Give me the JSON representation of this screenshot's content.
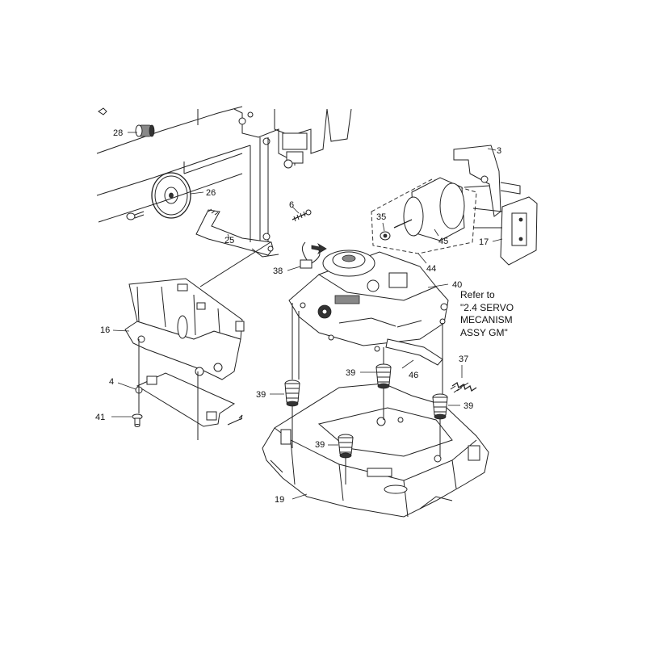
{
  "callouts": {
    "c28": "28",
    "c26": "26",
    "c6": "6",
    "c25": "25",
    "c38": "38",
    "c16": "16",
    "c4": "4",
    "c41": "41",
    "c3": "3",
    "c35": "35",
    "c45": "45",
    "c17": "17",
    "c44": "44",
    "c40": "40",
    "c39a": "39",
    "c39b": "39",
    "c39c": "39",
    "c39d": "39",
    "c37": "37",
    "c46": "46",
    "c19": "19"
  },
  "note": {
    "line1": "Refer to",
    "line2": "\"2.4 SERVO",
    "line3": "MECANISM",
    "line4": "ASSY GM\""
  }
}
